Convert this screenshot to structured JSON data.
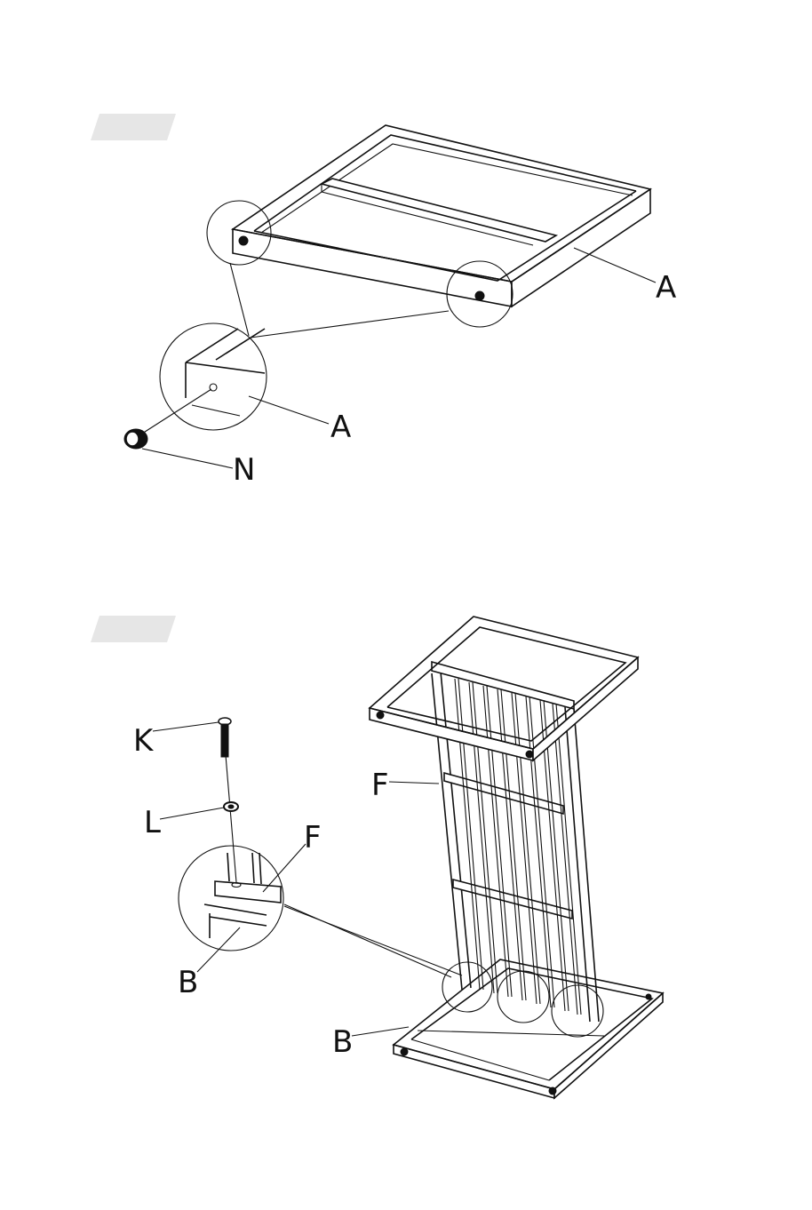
{
  "step1": {
    "part_labels": {
      "frame": "A",
      "frame_detail": "A",
      "nut": "N"
    }
  },
  "step2": {
    "part_labels": {
      "bolt": "K",
      "washer": "L",
      "side_detail": "F",
      "side": "F",
      "base_detail": "B",
      "base": "B"
    }
  }
}
